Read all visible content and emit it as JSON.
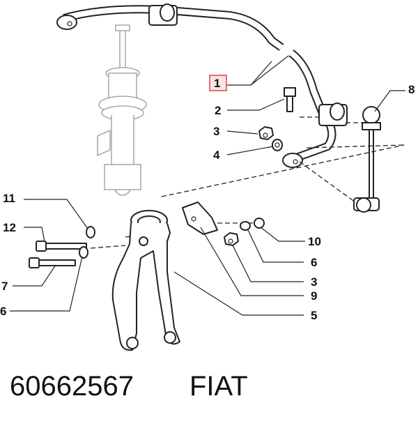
{
  "callouts": {
    "c1": "1",
    "c2": "2",
    "c3a": "3",
    "c4": "4",
    "c8": "8",
    "c11": "11",
    "c12": "12",
    "c7": "7",
    "c6a": "6",
    "c10": "10",
    "c6b": "6",
    "c3b": "3",
    "c9": "9",
    "c5": "5"
  },
  "footer": {
    "part_number": "60662567",
    "brand": "FIAT"
  },
  "colors": {
    "highlight_fill": "#fbe3e3",
    "highlight_stroke": "#d24a4a"
  }
}
